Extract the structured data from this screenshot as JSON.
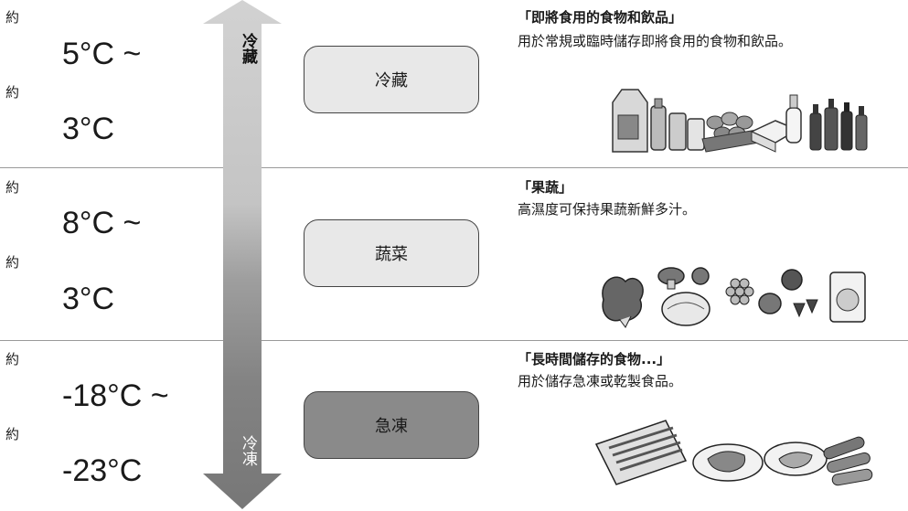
{
  "approx_label": "約",
  "arrow": {
    "top_label": "冷藏",
    "bottom_label": "冷凍"
  },
  "zones": [
    {
      "temp_high": "5°C ~",
      "temp_low": "3°C",
      "box_label": "冷藏",
      "box_color": "#e8e8e8",
      "title": "「即將食用的食物和飲品」",
      "body": "用於常規或臨時儲存即將食用的食物和飲品。",
      "illustration": "drinks-eggs-bottles"
    },
    {
      "temp_high": "8°C ~",
      "temp_low": "3°C",
      "box_label": "蔬菜",
      "box_color": "#e8e8e8",
      "title": "「果蔬」",
      "body": "高濕度可保持果蔬新鮮多汁。",
      "illustration": "vegetables-fruits"
    },
    {
      "temp_high": "-18°C ~",
      "temp_low": "-23°C",
      "box_label": "急凍",
      "box_color": "#8a8a8a",
      "title": "「長時間儲存的食物...」",
      "body": "用於儲存急凍或乾製食品。",
      "illustration": "frozen-meats-sausages"
    }
  ]
}
